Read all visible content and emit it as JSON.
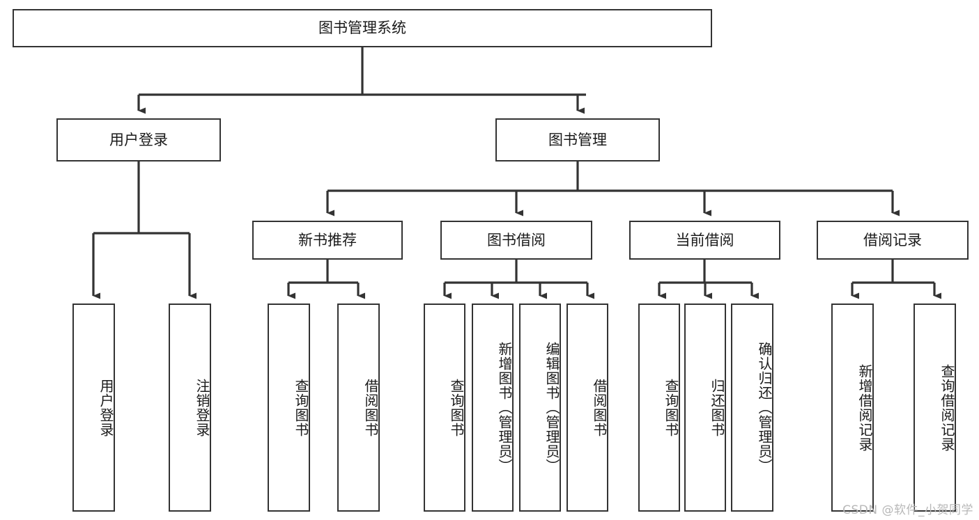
{
  "diagram": {
    "type": "tree-hierarchy",
    "title": "图书管理系统",
    "orientation": "top-down",
    "colors": {
      "box_border": "#333333",
      "box_fill": "#ffffff",
      "connector": "#333333",
      "text": "#1a1a1a",
      "watermark": "#b8b8b8"
    },
    "root": {
      "label": "图书管理系统"
    },
    "level1": [
      {
        "id": "user-login",
        "label": "用户登录"
      },
      {
        "id": "book-management",
        "label": "图书管理"
      }
    ],
    "level2": [
      {
        "id": "new-book-recommend",
        "label": "新书推荐",
        "parent": "book-management"
      },
      {
        "id": "book-borrow",
        "label": "图书借阅",
        "parent": "book-management"
      },
      {
        "id": "current-borrow",
        "label": "当前借阅",
        "parent": "book-management"
      },
      {
        "id": "borrow-record",
        "label": "借阅记录",
        "parent": "book-management"
      }
    ],
    "leaves": {
      "user-login": [
        {
          "id": "leaf-user-login",
          "label": "用户登录"
        },
        {
          "id": "leaf-logout",
          "label": "注销登录"
        }
      ],
      "new-book-recommend": [
        {
          "id": "leaf-query-book-1",
          "label": "查询图书"
        },
        {
          "id": "leaf-borrow-book-1",
          "label": "借阅图书"
        }
      ],
      "book-borrow": [
        {
          "id": "leaf-query-book-2",
          "label": "查询图书"
        },
        {
          "id": "leaf-add-book",
          "label": "新增图书（管理员）"
        },
        {
          "id": "leaf-edit-book",
          "label": "编辑图书（管理员）"
        },
        {
          "id": "leaf-borrow-book-2",
          "label": "借阅图书"
        }
      ],
      "current-borrow": [
        {
          "id": "leaf-query-book-3",
          "label": "查询图书"
        },
        {
          "id": "leaf-return-book",
          "label": "归还图书"
        },
        {
          "id": "leaf-confirm-return",
          "label": "确认归还（管理员）"
        }
      ],
      "borrow-record": [
        {
          "id": "leaf-add-record",
          "label": "新增借阅记录"
        },
        {
          "id": "leaf-query-record",
          "label": "查询借阅记录"
        }
      ]
    }
  },
  "watermark": {
    "text": "CSDN @软件_小贺同学"
  }
}
